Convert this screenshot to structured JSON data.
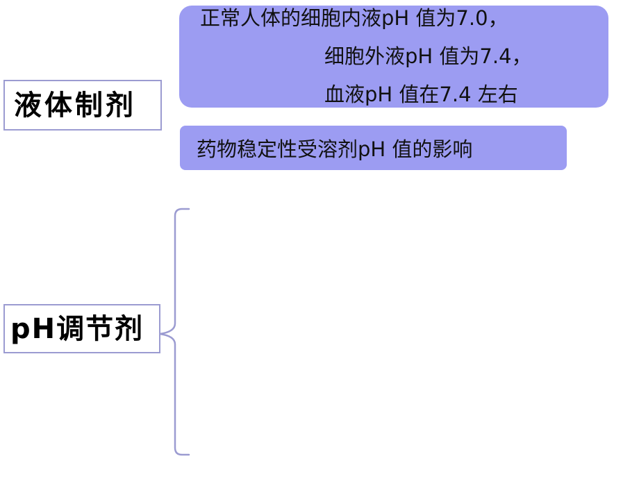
{
  "section_liquid": {
    "label": "液体制剂",
    "ph_values": [
      "正常人体的细胞内液pH 值为7.0，",
      "细胞外液pH 值为7.4，",
      "血液pH 值在7.4 左右"
    ],
    "stability_note": "药物稳定性受溶剂pH 值的影响"
  },
  "section_ph_adjuster": {
    "label": "pH调节剂"
  },
  "colors": {
    "note_fill": "#9c9cf2",
    "border": "#9b9bd1"
  }
}
